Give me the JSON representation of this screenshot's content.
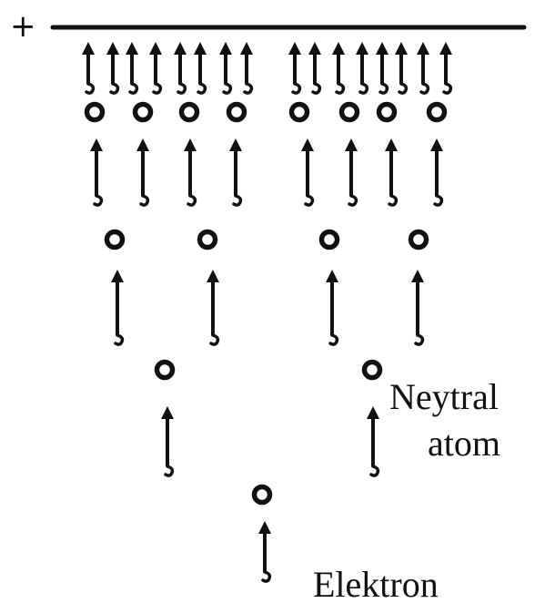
{
  "figure": {
    "anode_sign": "+",
    "neutral_atom_label": [
      "Neytral",
      "atom"
    ],
    "electron_label": "Elektron"
  },
  "colors": {
    "ink": "#111111",
    "background": "#ffffff"
  },
  "avalanche": {
    "description_levels": [
      1,
      2,
      4,
      8,
      16
    ]
  }
}
